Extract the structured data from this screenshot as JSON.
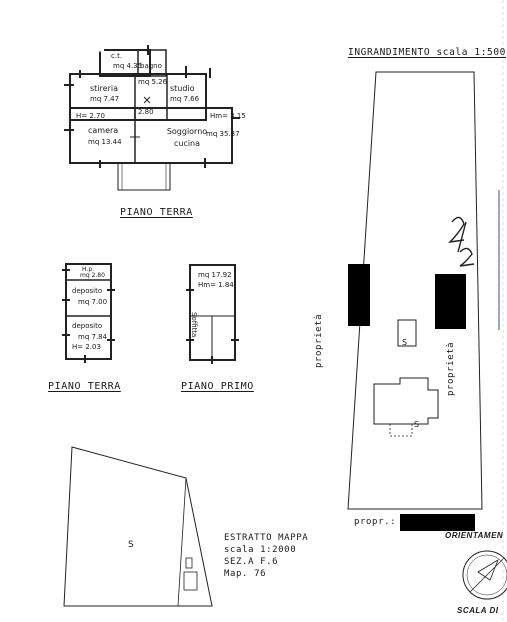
{
  "ground_floor_plan": {
    "title": "PIANO TERRA",
    "rooms": [
      {
        "name": "c.t.",
        "area": "mq 4.35"
      },
      {
        "name": "bagno",
        "area": ""
      },
      {
        "name": "",
        "area": "mq 5.26"
      },
      {
        "name": "stireria",
        "area": "mq 7.47"
      },
      {
        "name": "studio",
        "area": "mq 7.66"
      },
      {
        "name": "camera",
        "area": "mq 13.44"
      },
      {
        "name": "Soggiorno cucina",
        "area": "mq 35.37"
      }
    ],
    "heights": [
      "H= 2.70",
      "Hm= 3.15",
      "2.80"
    ]
  },
  "annex_ground": {
    "title": "PIANO TERRA",
    "rooms": [
      {
        "name": "H.p.",
        "area": "mq 2.80"
      },
      {
        "name": "deposito",
        "area": "mq 7.00"
      },
      {
        "name": "deposito",
        "area": "mq 7.84"
      }
    ],
    "height": "H= 2.03"
  },
  "annex_first": {
    "title": "PIANO PRIMO",
    "area": "mq 17.92",
    "height": "Hm= 1.84",
    "room": "Soffitta"
  },
  "enlargement": {
    "title": "INGRANDIMENTO scala 1:500",
    "property_left": "proprietà",
    "property_right": "proprietà",
    "owner_label": "propr.:",
    "parcel_symbol": "S",
    "building_symbol": "S",
    "sheet_number": "2/2"
  },
  "orientation": {
    "label": "ORIENTAMEN",
    "scale_label": "SCALA DI"
  },
  "map_extract": {
    "lines": [
      "ESTRATTO MAPPA",
      "scala 1:2000",
      "SEZ.A F.6",
      "Map. 76"
    ],
    "parcel_symbol": "S"
  }
}
